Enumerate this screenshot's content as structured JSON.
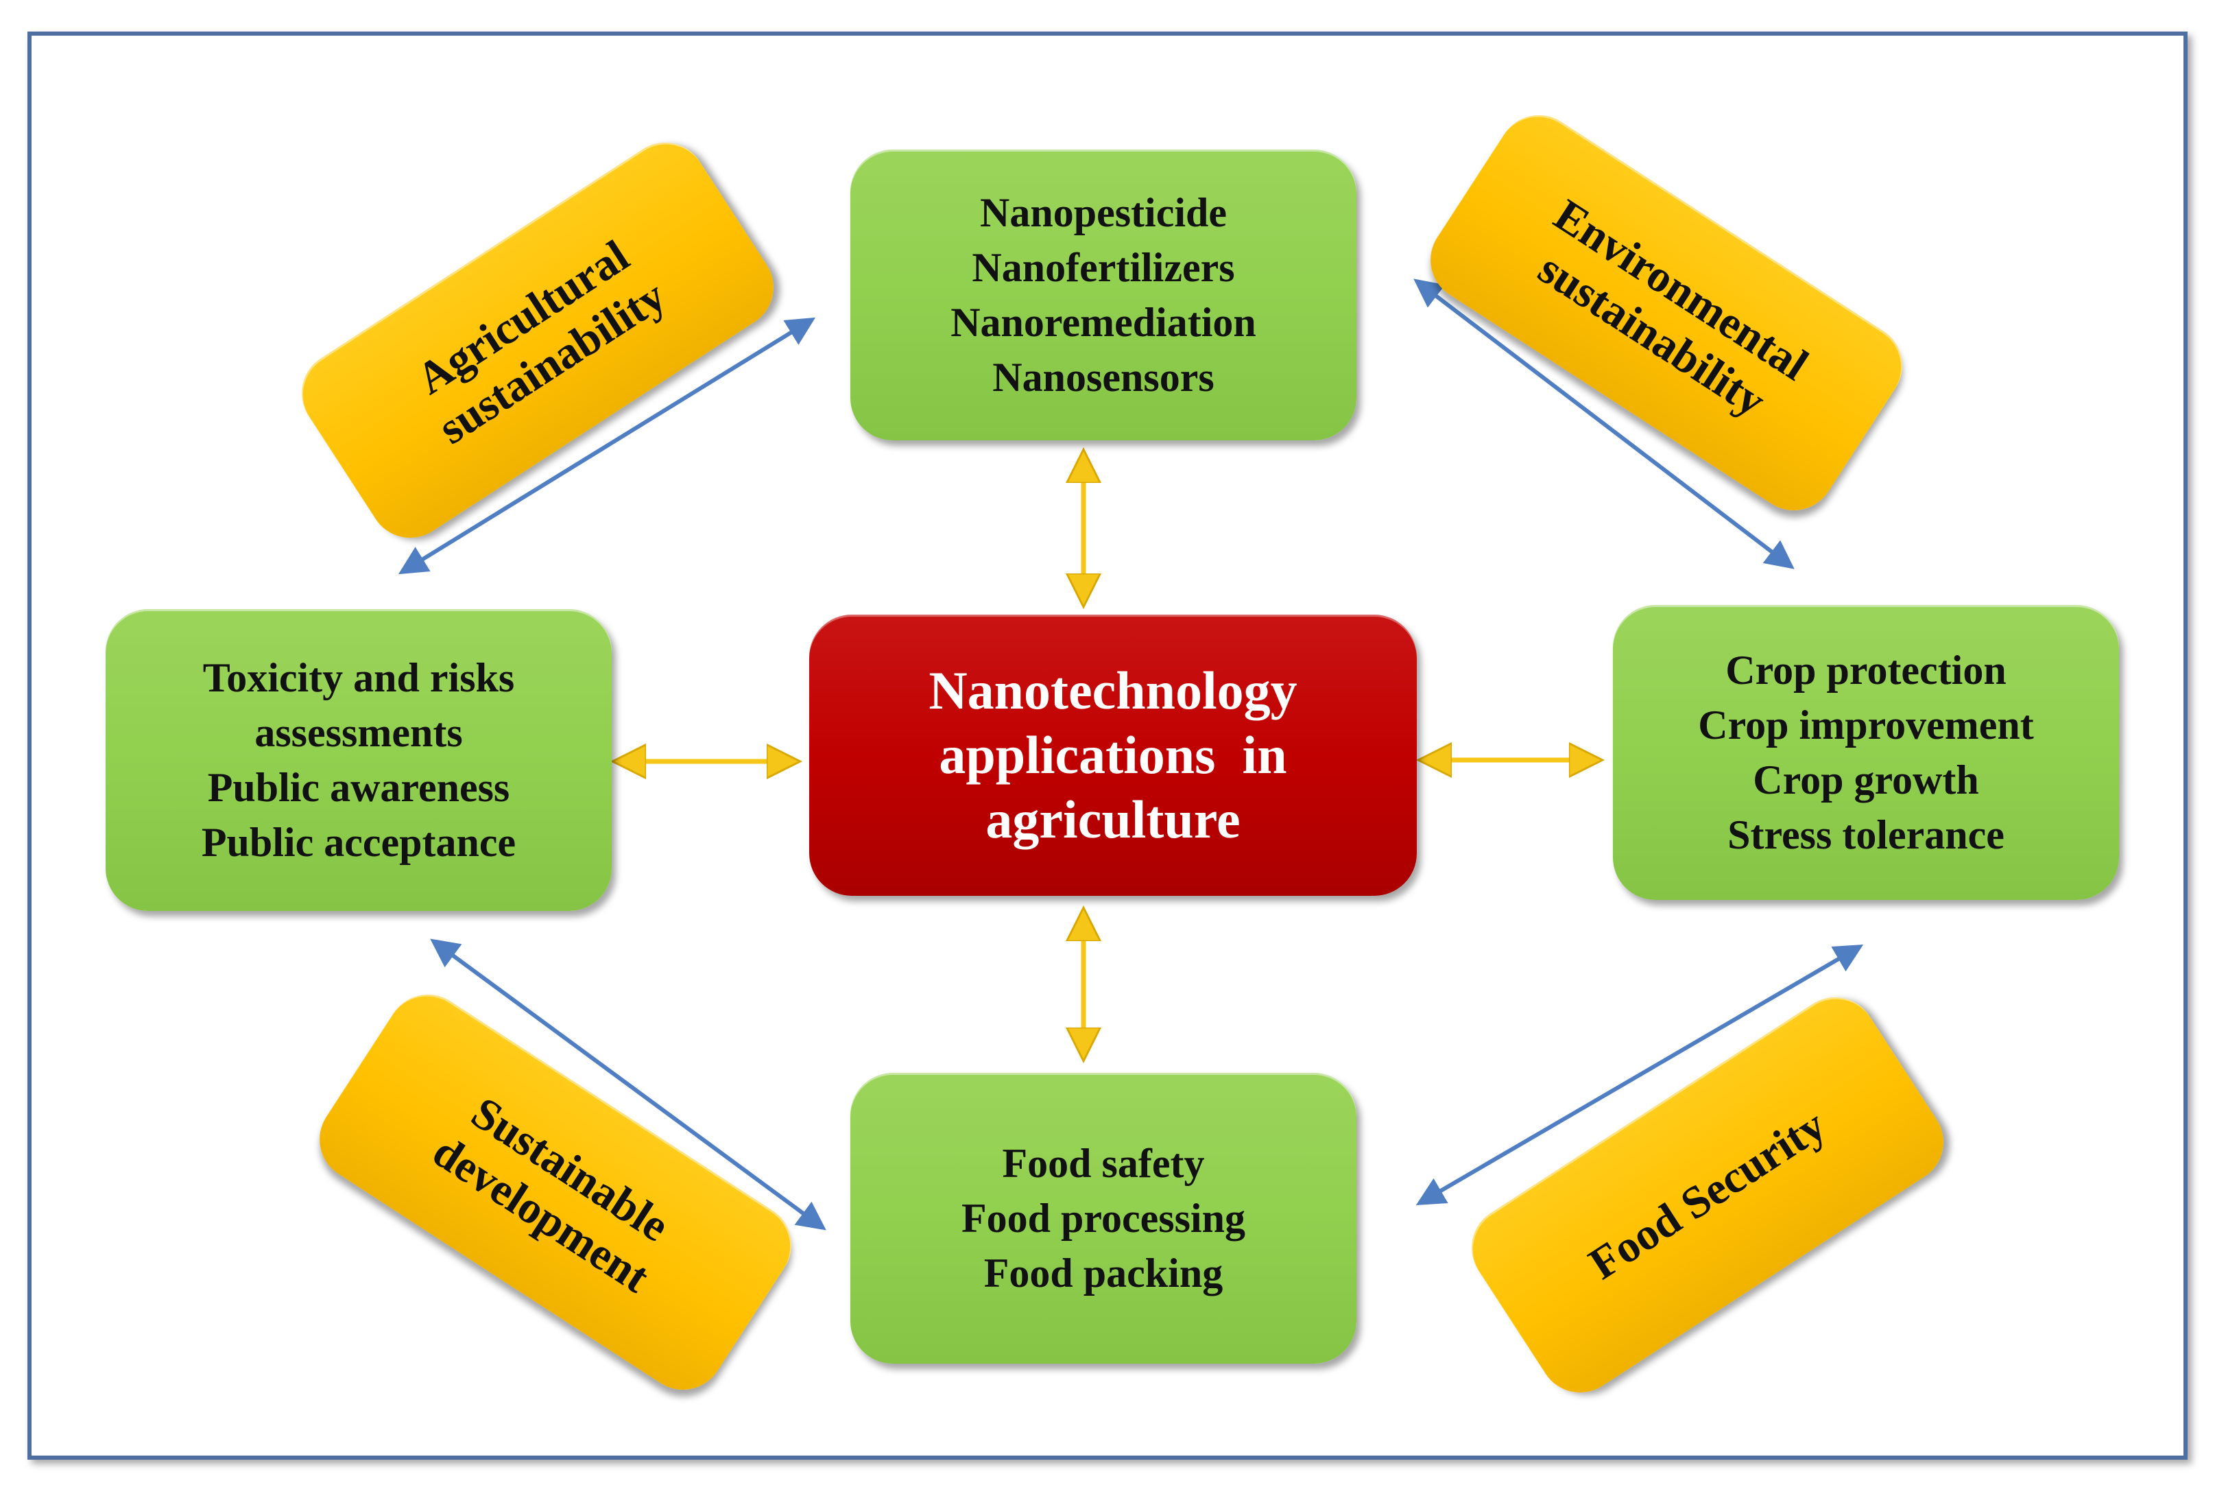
{
  "center": {
    "lines": [
      "Nanotechnology",
      "applications  in",
      "agriculture"
    ]
  },
  "top": {
    "lines": [
      "Nanopesticide",
      "Nanofertilizers",
      "Nanoremediation",
      "Nanosensors"
    ]
  },
  "left": {
    "lines": [
      "Toxicity and risks",
      "assessments",
      "Public awareness",
      "Public acceptance"
    ]
  },
  "right": {
    "lines": [
      "Crop protection",
      "Crop improvement",
      "Crop growth",
      "Stress tolerance"
    ]
  },
  "bottom": {
    "lines": [
      "Food safety",
      "Food processing",
      "Food packing"
    ]
  },
  "corner_top_left": {
    "lines": [
      "Agricultural",
      "sustainability"
    ]
  },
  "corner_top_right": {
    "lines": [
      "Environmental",
      "sustainability"
    ]
  },
  "corner_bottom_left": {
    "lines": [
      "Sustainable",
      "development"
    ]
  },
  "corner_bottom_right": {
    "lines": [
      "Food Security"
    ]
  },
  "colors": {
    "green_box": "#92d050",
    "red_box": "#c00000",
    "orange_box": "#ffc000",
    "yellow_arrow": "#f5c518",
    "blue_arrow": "#4f7fc2",
    "frame": "#4e6f9f"
  }
}
